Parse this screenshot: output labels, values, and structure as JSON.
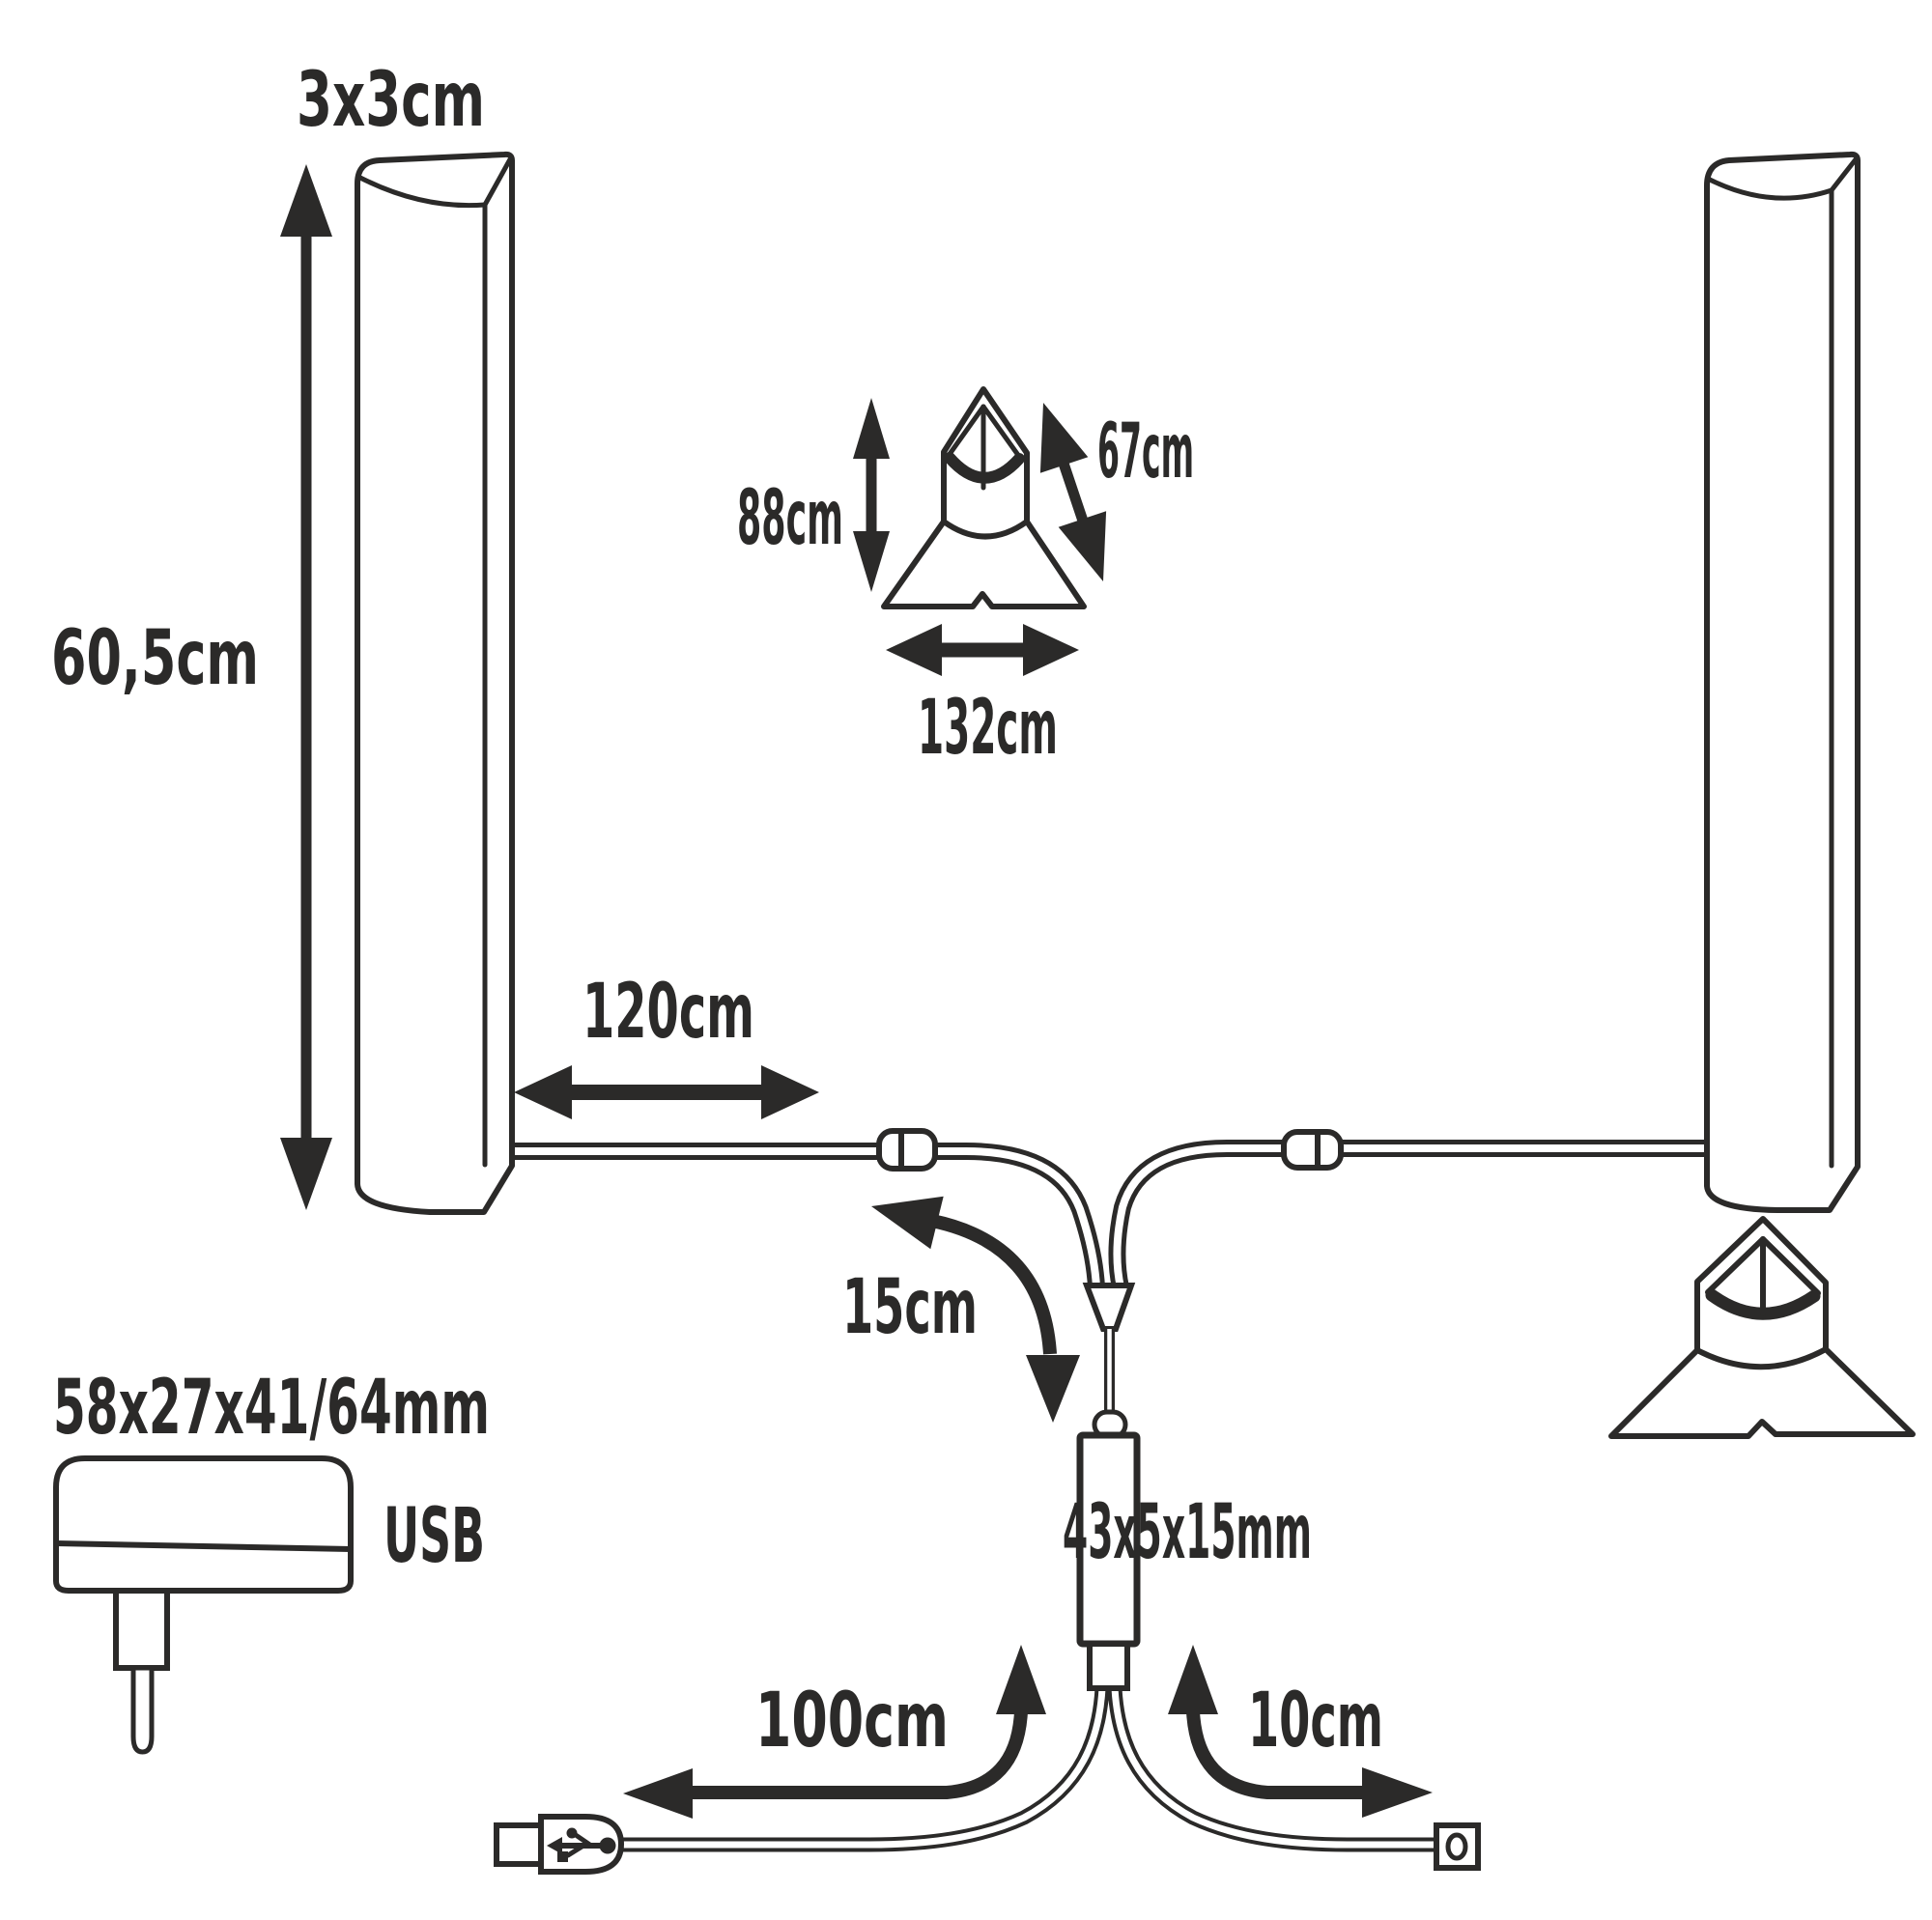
{
  "diagram": {
    "title": "Light bar set dimension diagram",
    "colors": {
      "line": "#2b2a29",
      "background": "#ffffff"
    },
    "labels": {
      "bar_cross_section": "3x3cm",
      "bar_height": "60,5cm",
      "stand_dim_height": "88cm",
      "stand_dim_diagonal": "67cm",
      "stand_dim_width": "132cm",
      "cable_bar_to_bar": "120cm",
      "cable_splitter": "15cm",
      "power_supply_size": "58x27x41/64mm",
      "power_supply_type": "USB",
      "controller_size": "43x5x15mm",
      "cable_usb_length": "100cm",
      "cable_connector_length": "10cm"
    },
    "icons": {
      "usb_trident": "usb-trident-icon",
      "arrows": "dimension-arrow-icon"
    }
  }
}
